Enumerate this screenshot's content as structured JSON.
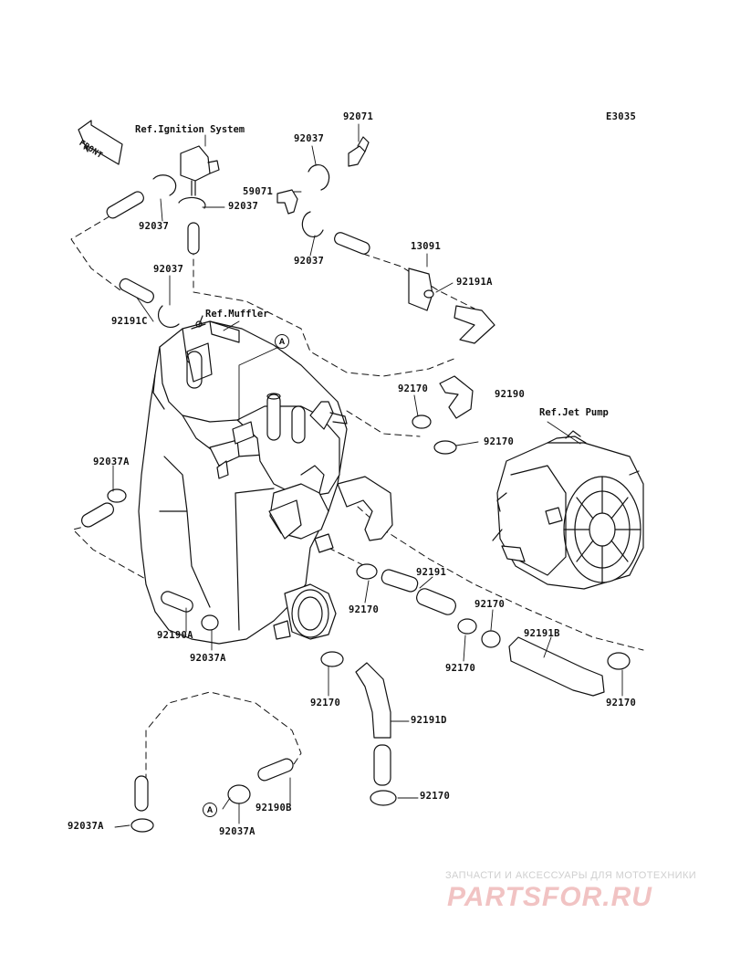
{
  "diagram_code": "E3035",
  "front_label": "FRONT",
  "refs": {
    "ignition": "Ref.Ignition System",
    "muffler": "Ref.Muffler",
    "jet_pump": "Ref.Jet Pump"
  },
  "callout": "A",
  "parts": {
    "p92071": "92071",
    "p92037_top": "92037",
    "p59071": "59071",
    "p92037_ring": "92037",
    "p92037_left": "92037",
    "p92037_right": "92037",
    "p13091": "13091",
    "p92037_mid": "92037",
    "p92191A": "92191A",
    "p92191C": "92191C",
    "p92170_upper": "92170",
    "p92190": "92190",
    "p92170_upper2": "92170",
    "p92037A_left": "92037A",
    "p92191": "92191",
    "p92170_mid": "92170",
    "p92170_mid2": "92170",
    "p92191B": "92191B",
    "p92190A": "92190A",
    "p92037A_mid": "92037A",
    "p92170_low1": "92170",
    "p92170_low2": "92170",
    "p92170_right": "92170",
    "p92191D": "92191D",
    "p92170_bottom": "92170",
    "p92190B": "92190B",
    "p92037A_bl": "92037A",
    "p92037A_bm": "92037A"
  },
  "watermark": {
    "line1": "ЗАПЧАСТИ И АКСЕССУАРЫ ДЛЯ МОТОТЕХНИКИ",
    "line2": "PARTSFOR.RU"
  }
}
